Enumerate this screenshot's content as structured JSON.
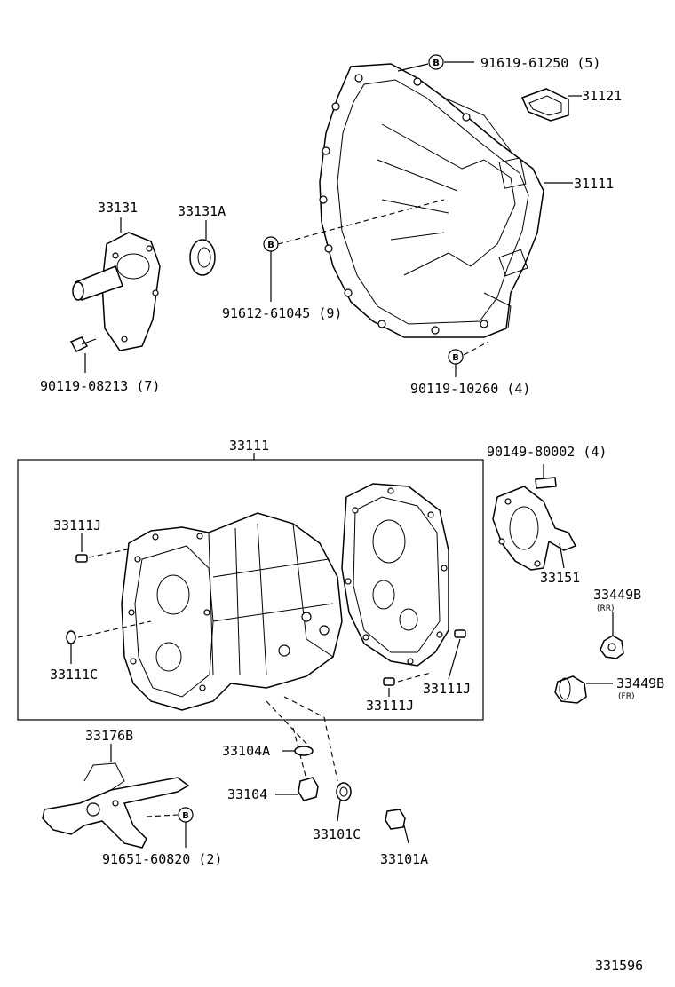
{
  "diagram": {
    "labels": {
      "p91619": "91619-61250 (5)",
      "p31121": "31121",
      "p31111": "31111",
      "p33131": "33131",
      "p33131A": "33131A",
      "p91612": "91612-61045 (9)",
      "p90119a": "90119-08213 (7)",
      "p90119b": "90119-10260 (4)",
      "p33111": "33111",
      "p90149": "90149-80002 (4)",
      "p33111J_a": "33111J",
      "p33111C": "33111C",
      "p33151": "33151",
      "p33449B_rr": "33449B",
      "rr": "(RR)",
      "p33449B_fr": "33449B",
      "fr": "(FR)",
      "p33111J_b": "33111J",
      "p33111J_c": "33111J",
      "p33176B": "33176B",
      "p33104A": "33104A",
      "p33104": "33104",
      "p33101C": "33101C",
      "p33101A": "33101A",
      "p91651": "91651-60820 (2)",
      "diagram_id": "331596"
    },
    "markers": {
      "b": "B"
    }
  }
}
